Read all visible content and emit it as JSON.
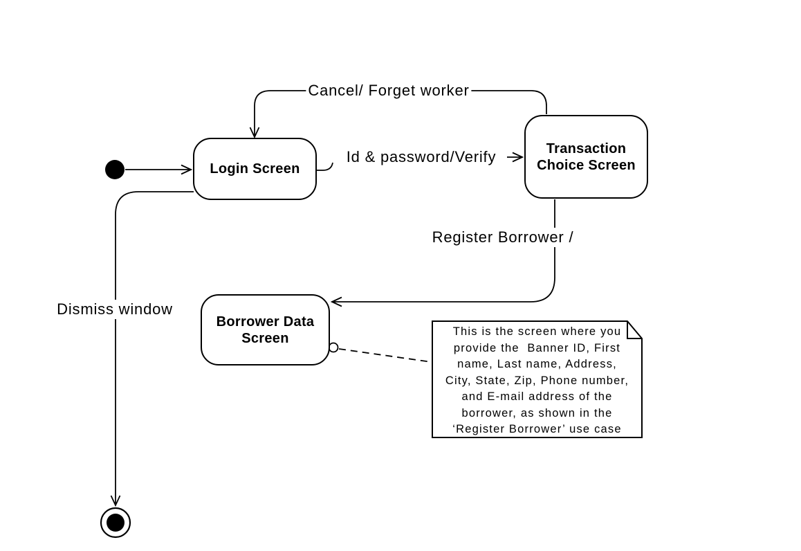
{
  "colors": {
    "stroke": "#000000",
    "background": "#ffffff"
  },
  "states": {
    "login": {
      "label": "Login Screen"
    },
    "transaction": {
      "line1": "Transaction",
      "line2": "Choice Screen"
    },
    "borrower": {
      "line1": "Borrower Data",
      "line2": "Screen"
    }
  },
  "transitions": {
    "cancel": {
      "label": "Cancel/ Forget worker",
      "from": "Transaction Choice Screen",
      "to": "Login Screen"
    },
    "verify": {
      "label": "Id & password/Verify",
      "from": "Login Screen",
      "to": "Transaction Choice Screen"
    },
    "register": {
      "label": "Register Borrower /",
      "from": "Transaction Choice Screen",
      "to": "Borrower Data Screen"
    },
    "dismiss": {
      "label": "Dismiss window",
      "from": "Login Screen",
      "to": "final state"
    }
  },
  "note": {
    "lines": [
      "This is the screen where you",
      "provide the  Banner ID, First",
      "name, Last name, Address,",
      "City, State, Zip, Phone number,",
      "and E-mail address of the",
      "borrower, as shown in the",
      "‘Register Borrower’ use case"
    ]
  }
}
